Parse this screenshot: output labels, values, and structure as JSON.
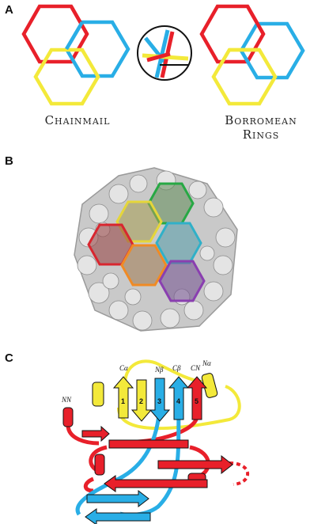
{
  "panels": {
    "a": {
      "letter": "A",
      "caption_left": "Chainmail",
      "caption_right_line1": "Borromean",
      "caption_right_line2": "Rings"
    },
    "b": {
      "letter": "B"
    },
    "c": {
      "letter": "C"
    }
  },
  "topology": {
    "strand_numbers": [
      "1",
      "2",
      "3",
      "4",
      "5"
    ],
    "termini": {
      "c_alpha": "Cα",
      "n_beta": "Nβ",
      "c_beta": "Cβ",
      "c_n": "CN",
      "n_alpha": "Nα",
      "n_n": "NN"
    }
  },
  "colors": {
    "red": "#e8202a",
    "cyan": "#29aee6",
    "yellow": "#f3e93a",
    "green": "#27a844",
    "teal": "#30b0c8",
    "purple": "#8a3fb0",
    "orange": "#f08a24",
    "olive": "#c8c23a"
  }
}
